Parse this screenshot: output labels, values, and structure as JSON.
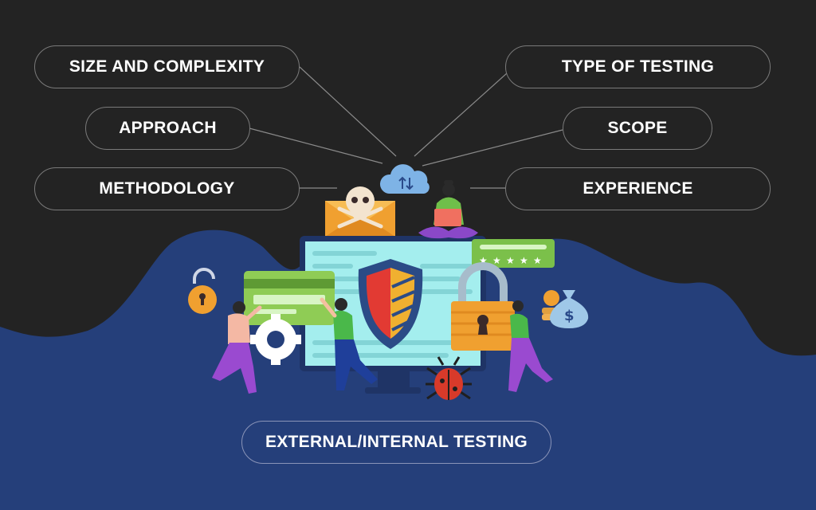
{
  "factors": {
    "size_complexity": "SIZE AND COMPLEXITY",
    "approach": "APPROACH",
    "methodology": "METHODOLOGY",
    "type_of_testing": "TYPE OF TESTING",
    "scope": "SCOPE",
    "experience": "EXPERIENCE",
    "external_internal": "EXTERNAL/INTERNAL TESTING"
  },
  "rating_stars": 5,
  "icons": [
    "cloud-sync-icon",
    "skull-envelope-icon",
    "shield-icon",
    "padlock-icon",
    "open-padlock-icon",
    "credit-card-icon",
    "gear-icon",
    "bug-icon",
    "money-bag-icon",
    "coins-icon",
    "rating-card-icon"
  ],
  "colors": {
    "background_dark": "#232323",
    "background_blue": "#253f7a",
    "pill_border": "#7a7a7a",
    "text": "#ffffff"
  }
}
